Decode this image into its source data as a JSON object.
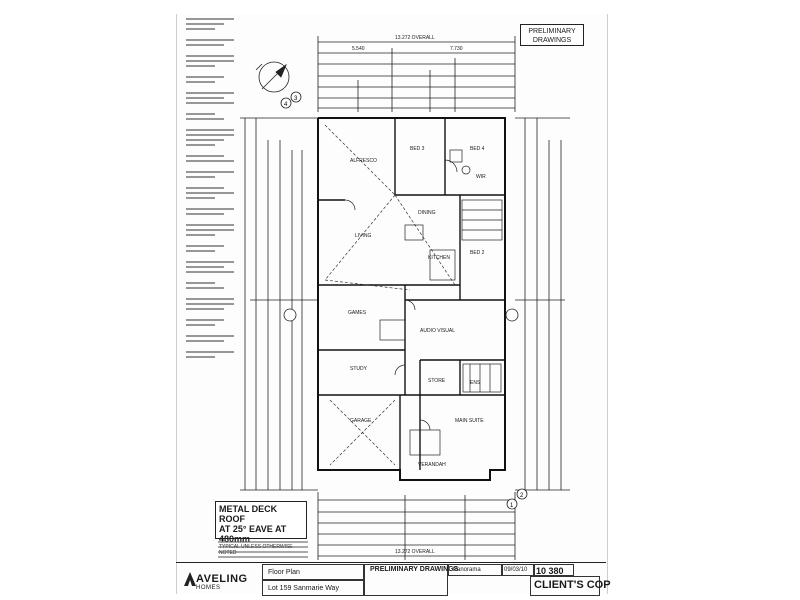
{
  "stamp": {
    "line1": "PRELIMINARY",
    "line2": "DRAWINGS"
  },
  "roof_note": {
    "line1": "METAL DECK ROOF",
    "line2": "AT 25° EAVE AT 480mm",
    "line3": "TYPICAL UNLESS OTHERWISE NOTED"
  },
  "overall_dims": {
    "top_overall": "13.272 OVERALL",
    "top_left": "5.540",
    "top_right": "7.730",
    "bottom_overall": "13.272 OVERALL"
  },
  "rooms": {
    "alfresco": "ALFRESCO",
    "bed3": "BED 3",
    "bed4": "BED 4",
    "living": "LIVING",
    "dining": "DINING",
    "bed2": "BED 2",
    "games": "GAMES",
    "audio_visual": "AUDIO VISUAL",
    "study": "STUDY",
    "store": "STORE",
    "garage": "GARAGE",
    "main_suite": "MAIN SUITE",
    "verandah": "VERANDAH",
    "kitchen": "KITCHEN",
    "wir": "WIR",
    "ens": "ENS"
  },
  "markers": {
    "top": "4",
    "top2": "3",
    "bottom": "1",
    "bottom2": "2"
  },
  "title_block": {
    "brand": "AVELING",
    "brand_sub": "HOMES",
    "drawing_label": "Floor Plan",
    "lot": "Lot 159 Sanmarie Way",
    "status": "PRELIMINARY DRAWINGS",
    "design": "Panorama",
    "date": "09/03/10",
    "job_no": "10 380",
    "copy": "CLIENT'S COP"
  },
  "colors": {
    "ink": "#1a1a1a",
    "paper": "#ffffff"
  }
}
